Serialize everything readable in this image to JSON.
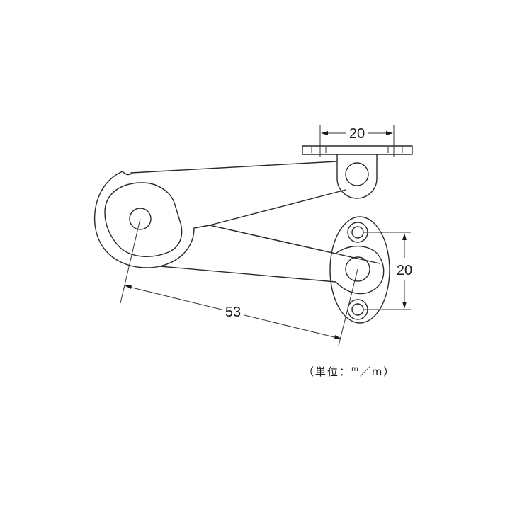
{
  "diagram": {
    "type": "technical-drawing",
    "subject": "stay hinge arm (lid stay) with mounting plates",
    "line_color": "#2a2a2a",
    "background": "#ffffff"
  },
  "dimensions": {
    "top_bracket_width": "20",
    "right_plate_hole_spacing": "20",
    "arm_length": "53"
  },
  "unit_label": {
    "open": "（",
    "text": "単位：",
    "sup": "m",
    "slash": "／",
    "sub": "m",
    "close": "）"
  }
}
